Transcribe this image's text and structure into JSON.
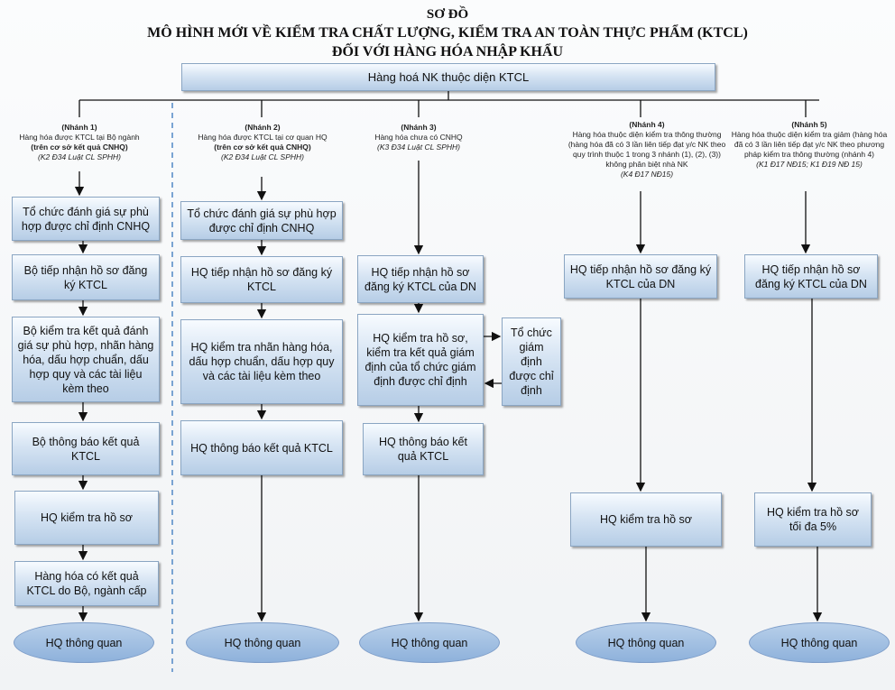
{
  "title": {
    "line1": "SƠ ĐỒ",
    "line2": "MÔ HÌNH MỚI VỀ KIỂM TRA CHẤT LƯỢNG, KIỂM TRA AN TOÀN THỰC PHẨM (KTCL)",
    "line3": "ĐỐI VỚI HÀNG HÓA NHẬP KHẨU"
  },
  "top_box": "Hàng hoá NK thuộc diện KTCL",
  "branch1": {
    "heading": "(Nhánh 1)",
    "desc": "Hàng hóa được KTCL tại Bộ ngành",
    "basis": "(trên cơ sở kết quả CNHQ)",
    "ref": "(K2 Đ34 Luật CL SPHH)",
    "steps": [
      "Tổ chức đánh giá sự phù hợp được chỉ định CNHQ",
      "Bộ tiếp nhận hồ sơ đăng ký KTCL",
      "Bộ kiểm tra kết quả đánh giá sự phù hợp, nhãn hàng hóa, dấu hợp chuẩn, dấu hợp quy và các tài liệu kèm theo",
      "Bộ thông báo kết quả KTCL",
      "HQ kiểm tra hồ sơ",
      "Hàng hóa có kết quả KTCL do Bộ, ngành cấp"
    ],
    "end": "HQ thông quan"
  },
  "branch2": {
    "heading": "(Nhánh 2)",
    "desc": "Hàng hóa được KTCL tại cơ quan HQ",
    "basis": "(trên cơ sở kết quả CNHQ)",
    "ref": "(K2 Đ34 Luật CL SPHH)",
    "steps": [
      "Tổ chức đánh giá sự phù hợp được chỉ định CNHQ",
      "HQ tiếp nhận hồ sơ đăng ký KTCL",
      "HQ kiểm tra nhãn hàng hóa, dấu hợp chuẩn, dấu hợp quy và các tài liệu kèm theo",
      "HQ thông báo kết quả KTCL"
    ],
    "end": "HQ thông quan"
  },
  "branch3": {
    "heading": "(Nhánh 3)",
    "desc": "Hàng hóa chưa có CNHQ",
    "ref": "(K3 Đ34 Luật CL SPHH)",
    "steps": [
      "HQ tiếp nhận hồ sơ đăng ký KTCL của DN",
      "HQ kiểm tra hồ sơ, kiểm tra kết quả giám định của tổ chức giám định được chỉ định",
      "HQ thông báo kết quả KTCL"
    ],
    "side": "Tổ chức giám định được chỉ định",
    "end": "HQ thông quan"
  },
  "branch4": {
    "heading": "(Nhánh 4)",
    "desc": "Hàng hóa thuộc diện kiểm tra thông thường (hàng hóa đã có 3 lần liên tiếp đạt y/c NK theo quy trình thuộc 1 trong 3 nhánh (1), (2), (3)) không phân biệt nhà NK",
    "ref": "(K4 Đ17 NĐ15)",
    "steps": [
      "HQ tiếp nhận hồ sơ đăng ký KTCL của DN",
      "HQ kiểm tra hồ sơ"
    ],
    "end": "HQ thông quan"
  },
  "branch5": {
    "heading": "(Nhánh 5)",
    "desc": "Hàng hóa thuộc diện kiểm tra giảm (hàng hóa đã có 3 lần liên tiếp đạt y/c NK theo phương pháp kiểm tra thông thường (nhánh 4)",
    "ref": "(K1 Đ17 NĐ15; K1 Đ19 NĐ 15)",
    "steps": [
      "HQ tiếp nhận hồ sơ đăng ký KTCL của DN",
      "HQ kiểm tra hồ sơ tối đa 5%"
    ],
    "end": "HQ thông quan"
  }
}
